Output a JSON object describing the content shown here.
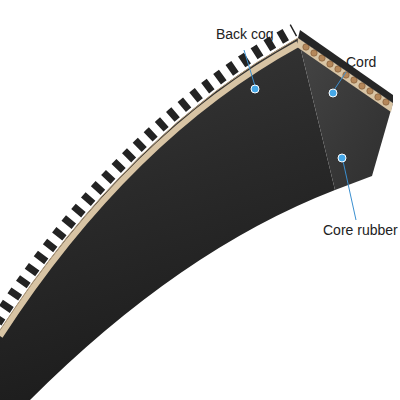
{
  "diagram": {
    "labels": [
      "Back cog",
      "Cord",
      "Core rubber"
    ]
  }
}
